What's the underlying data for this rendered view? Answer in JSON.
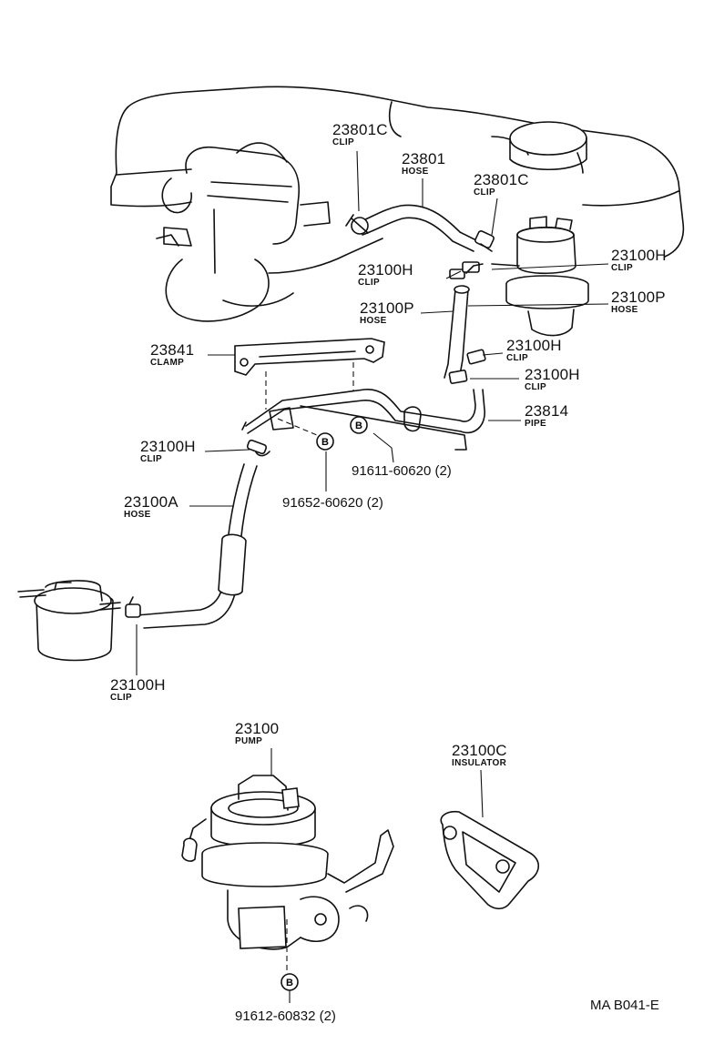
{
  "parts": {
    "clip_23801c_left": {
      "number": "23801C",
      "name": "CLIP"
    },
    "hose_23801": {
      "number": "23801",
      "name": "HOSE"
    },
    "clip_23801c_right": {
      "number": "23801C",
      "name": "CLIP"
    },
    "clip_23100h_a": {
      "number": "23100H",
      "name": "CLIP"
    },
    "clip_23100h_b": {
      "number": "23100H",
      "name": "CLIP"
    },
    "hose_23100p_left": {
      "number": "23100P",
      "name": "HOSE"
    },
    "hose_23100p_right": {
      "number": "23100P",
      "name": "HOSE"
    },
    "clamp_23841": {
      "number": "23841",
      "name": "CLAMP"
    },
    "clip_23100h_c": {
      "number": "23100H",
      "name": "CLIP"
    },
    "clip_23100h_d": {
      "number": "23100H",
      "name": "CLIP"
    },
    "pipe_23814": {
      "number": "23814",
      "name": "PIPE"
    },
    "clip_23100h_e": {
      "number": "23100H",
      "name": "CLIP"
    },
    "hose_23100a": {
      "number": "23100A",
      "name": "HOSE"
    },
    "clip_23100h_f": {
      "number": "23100H",
      "name": "CLIP"
    },
    "pump_23100": {
      "number": "23100",
      "name": "PUMP"
    },
    "insulator_23100c": {
      "number": "23100C",
      "name": "INSULATOR"
    }
  },
  "bolts": {
    "bolt_91611": "91611-60620 (2)",
    "bolt_91652": "91652-60620 (2)",
    "bolt_91612": "91612-60832 (2)"
  },
  "ref_marker": "B",
  "diagram_code": "MA B041-E"
}
